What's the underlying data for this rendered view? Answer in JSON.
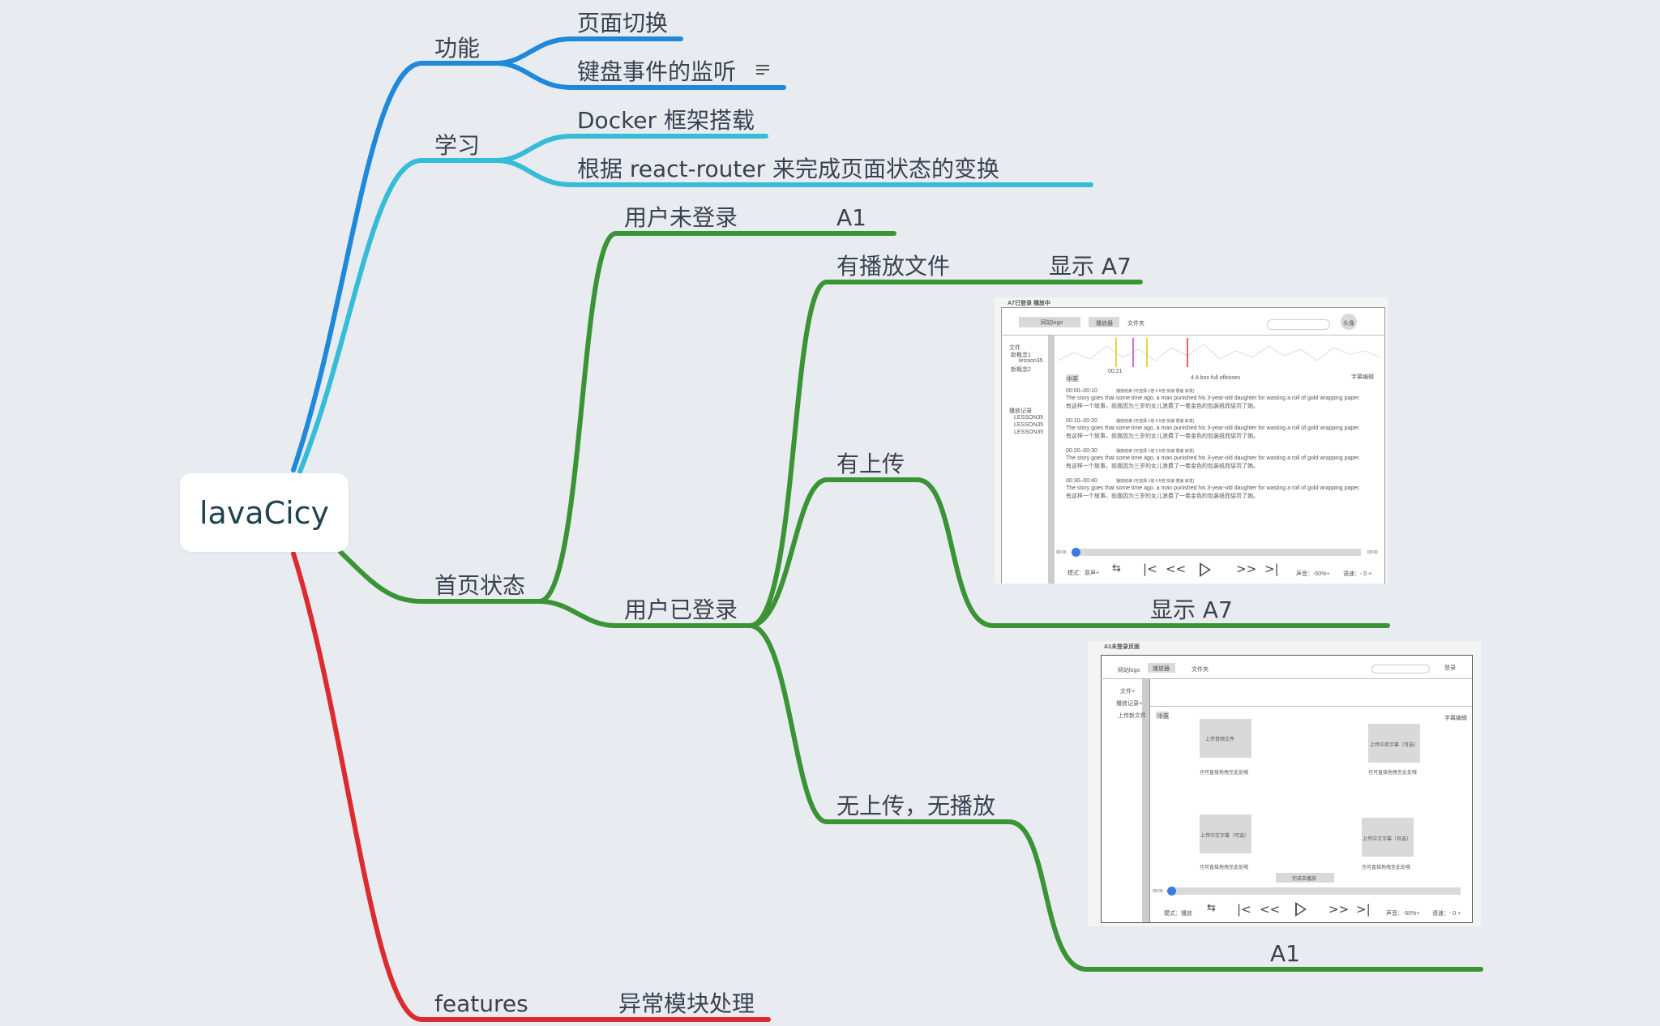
{
  "root": {
    "label": "lavaCicy"
  },
  "colors": {
    "background": "#e8ebf0",
    "branch_function": "#1e88d9",
    "branch_study": "#35bcd6",
    "branch_home": "#3a9436",
    "branch_features": "#dc2b2e"
  },
  "branches": {
    "function": {
      "label": "功能",
      "children": [
        "页面切换",
        "键盘事件的监听"
      ],
      "note_icon": "note-icon"
    },
    "study": {
      "label": "学习",
      "children": [
        "Docker 框架搭载",
        "根据 react-router 来完成页面状态的变换"
      ]
    },
    "home": {
      "label": "首页状态",
      "logged_out": {
        "label": "用户未登录",
        "child": "A1"
      },
      "logged_in": {
        "label": "用户已登录",
        "has_play_file": {
          "label": "有播放文件",
          "child": "显示 A7"
        },
        "has_upload": {
          "label": "有上传",
          "child": "显示 A7"
        },
        "none": {
          "label": "无上传，无播放",
          "child": "A1"
        }
      }
    },
    "features": {
      "label": "features",
      "children": [
        "异常模块处理"
      ]
    }
  },
  "screens": {
    "a7": {
      "caption": "A7已登录 播放中",
      "logo": "网站logo",
      "tab_active": "播放器",
      "tab_other": "文件夹",
      "search_placeholder": "···",
      "avatar": "头像",
      "sidebar_files": [
        "文件",
        "新概念1",
        "lession35",
        "新概念2"
      ],
      "sidebar_history": [
        "播放记录",
        "LESSON35",
        "LESSON35",
        "LESSON35"
      ],
      "marker_time": "00:21",
      "tag": "中英",
      "track_title": "4 A box full ofkisses",
      "subtitle_edit": "字幕编辑",
      "segments": [
        {
          "time": "00:00–00:10",
          "meta": "播放结束 (可选择 1倍 0.5倍 快速 慢速 启发)",
          "en": "The story goes that some time ago, a man punished his 3-year-old daughter for wasting a roll of gold wrapping paper.",
          "zh": "有这样一个故事，前面因为三岁的女儿浪费了一卷金色的包装纸而惩罚了她。"
        },
        {
          "time": "00:10–00:20",
          "meta": "播放结束 (可选择 1倍 0.5倍 快速 慢速 启发)",
          "en": "The story goes that some time ago, a man punished his 3-year-old daughter for wasting a roll of gold wrapping paper.",
          "zh": "有这样一个故事，前面因为三岁的女儿浪费了一卷金色的包装纸而惩罚了她。"
        },
        {
          "time": "00:20–00:30",
          "meta": "播放结束 (可选择 1倍 0.5倍 快速 慢速 启发)",
          "en": "The story goes that some time ago, a man punished his 3-year-old daughter for wasting a roll of gold wrapping paper.",
          "zh": "有这样一个故事，前面因为三岁的女儿浪费了一卷金色的包装纸而惩罚了她。"
        },
        {
          "time": "00:30–00:40",
          "meta": "播放结束 (可选择 1倍 0.5倍 快速 慢速 启发)",
          "en": "The story goes that some time ago, a man punished his 3-year-old daughter for wasting a roll of gold wrapping paper.",
          "zh": "有这样一个故事，前面因为三岁的女儿浪费了一卷金色的包装纸而惩罚了她。"
        }
      ],
      "time_start": "00:00",
      "time_end": "03:00",
      "mode": "模式：原声+",
      "volume": "声音：-50%+",
      "speed": "语速：- 0 +"
    },
    "a1": {
      "caption": "A1未登录页面",
      "logo": "网站logo",
      "tab_active": "播放器",
      "tab_other": "文件夹",
      "search_placeholder": "···",
      "login": "登录",
      "sidebar": [
        "文件+",
        "播放记录+",
        "上传新文件"
      ],
      "tag": "中英",
      "subtitle_edit": "字幕编辑",
      "upload_audio": "上传音频文件",
      "upload_en": "上传中英字幕（可选）",
      "upload_zh1": "上传中文字幕（可选）",
      "upload_zh2": "上传中文字幕（可选）",
      "drag_hint": "也可直接拖拽至此处哦",
      "done": "完成去播放",
      "time_start": "00:00",
      "mode": "模式：播放",
      "volume": "声音：-50%+",
      "speed": "语速：- 0 +"
    }
  }
}
